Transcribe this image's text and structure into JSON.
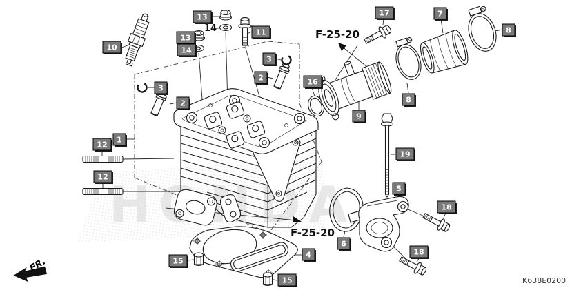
{
  "diagram": {
    "part_code": "K638E0200",
    "ref_label_top": "F-25-20",
    "ref_label_bottom": "F-25-20",
    "front_label": "FR.",
    "watermark": "HONDA",
    "plain_label_14": "14"
  },
  "colors": {
    "callout_bg": "#7a7a7a",
    "callout_text": "#ffffff",
    "line_color": "#1a1a1a",
    "watermark_dots": "#c8c8c8"
  },
  "callouts": [
    {
      "n": "10"
    },
    {
      "n": "13"
    },
    {
      "n": "13"
    },
    {
      "n": "14"
    },
    {
      "n": "11"
    },
    {
      "n": "3"
    },
    {
      "n": "2"
    },
    {
      "n": "3"
    },
    {
      "n": "2"
    },
    {
      "n": "1"
    },
    {
      "n": "12"
    },
    {
      "n": "12"
    },
    {
      "n": "16"
    },
    {
      "n": "9"
    },
    {
      "n": "8"
    },
    {
      "n": "8"
    },
    {
      "n": "7"
    },
    {
      "n": "17"
    },
    {
      "n": "19"
    },
    {
      "n": "5"
    },
    {
      "n": "18"
    },
    {
      "n": "18"
    },
    {
      "n": "6"
    },
    {
      "n": "4"
    },
    {
      "n": "15"
    },
    {
      "n": "15"
    }
  ]
}
